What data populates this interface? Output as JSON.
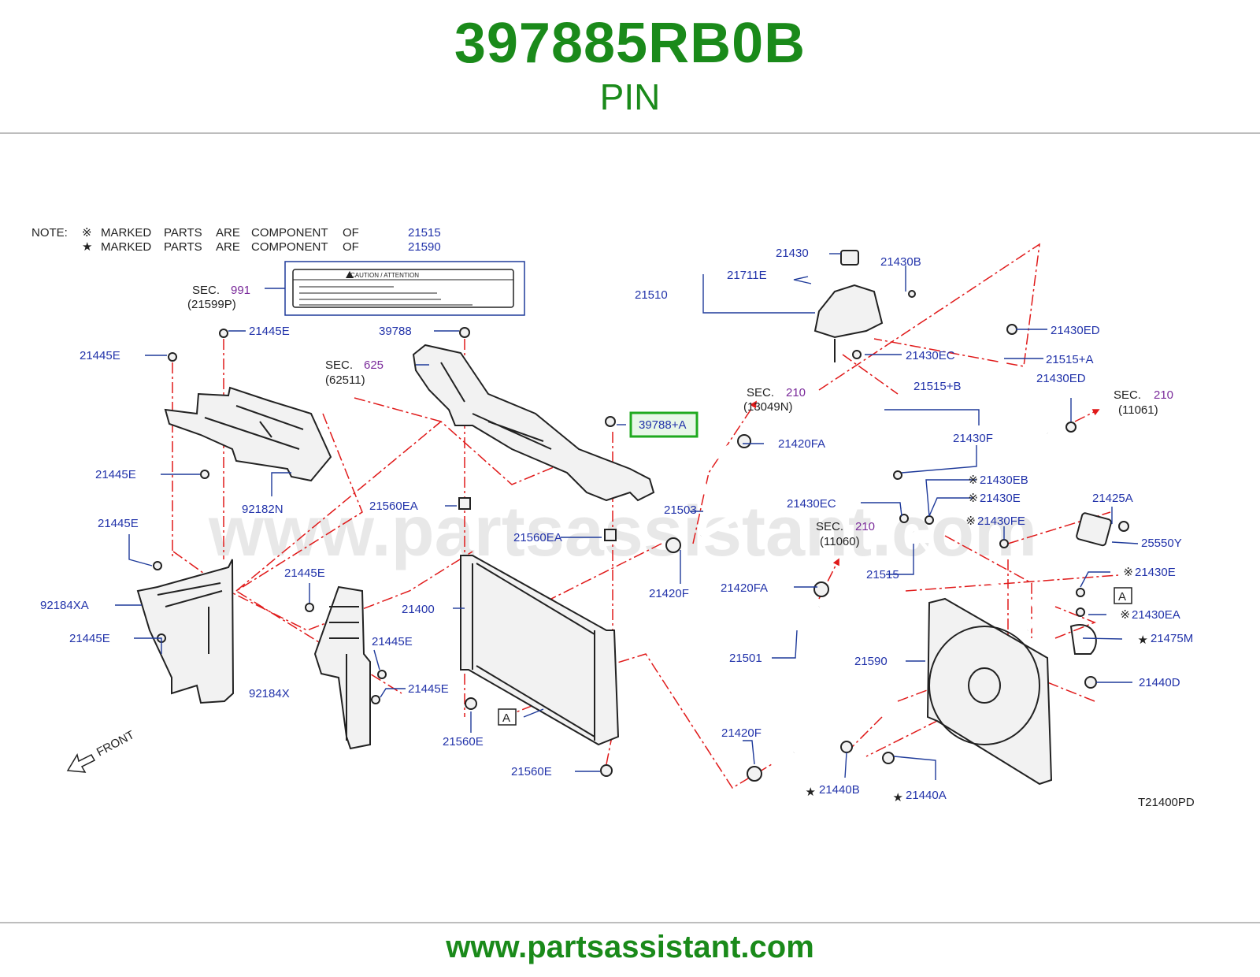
{
  "header": {
    "part_number": "397885RB0B",
    "part_name": "PIN"
  },
  "footer": {
    "url": "www.partsassistant.com"
  },
  "diagram": {
    "watermark": "www.partsassistant.com",
    "notes": {
      "note_label": "NOTE:",
      "line1": {
        "words": [
          "MARKED",
          "PARTS",
          "ARE",
          "COMPONENT",
          "OF"
        ],
        "ref": "21515"
      },
      "line2": {
        "words": [
          "MARKED",
          "PARTS",
          "ARE",
          "COMPONENT",
          "OF"
        ],
        "ref": "21590"
      }
    },
    "sections": [
      {
        "sec": "SEC.",
        "num": "991",
        "sub": "(21599P)"
      },
      {
        "sec": "SEC.",
        "num": "625",
        "sub": "(62511)"
      },
      {
        "sec": "SEC.",
        "num": "210",
        "sub": "(13049N)"
      },
      {
        "sec": "SEC.",
        "num": "210",
        "sub": "(11060)"
      },
      {
        "sec": "SEC.",
        "num": "210",
        "sub": "(11061)"
      }
    ],
    "caution_text": "CAUTION   /   ATTENTION",
    "labels": [
      "21445E",
      "21445E",
      "21445E",
      "21445E",
      "21445E",
      "21445E",
      "21445E",
      "21445E",
      "39788",
      "39788+A",
      "21430",
      "21430B",
      "21711E",
      "21510",
      "21430ED",
      "21515+A",
      "21430EC",
      "21430ED",
      "21515+B",
      "21430F",
      "21420FA",
      "21503",
      "21560EA",
      "21560EA",
      "92182N",
      "21430EB",
      "21430E",
      "21430EC",
      "21430FE",
      "21425A",
      "25550Y",
      "21420F",
      "21420FA",
      "92184XA",
      "21400",
      "21515",
      "21430E",
      "21430EA",
      "21475M",
      "21590",
      "21501",
      "92184X",
      "21440D",
      "21560E",
      "21420F",
      "21560E",
      "21440B",
      "21440A",
      "T21400PD"
    ],
    "ref_letter": "A",
    "ref_letter_2": "A",
    "front_label": "FRONT",
    "highlight": "39788+A"
  }
}
